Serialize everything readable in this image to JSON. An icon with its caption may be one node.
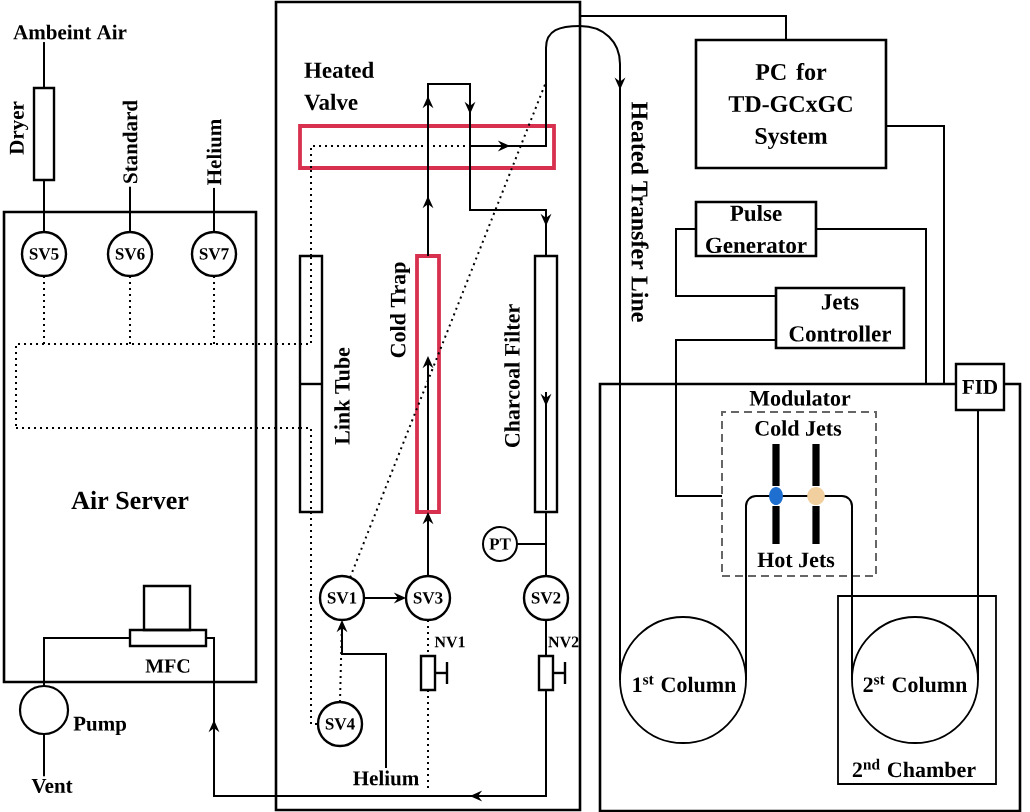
{
  "diagram": {
    "nodes": [
      {
        "text": [
          "Air Server"
        ]
      },
      {
        "text": [
          "Ambeint Air"
        ]
      },
      {
        "text": [
          "Dryer"
        ]
      },
      {
        "text": [
          "Standard"
        ]
      },
      {
        "text": [
          "Helium"
        ]
      },
      {
        "text": [
          "SV5"
        ],
        "in": 0
      },
      {
        "text": [
          "SV6"
        ],
        "in": 0
      },
      {
        "text": [
          "SV7"
        ],
        "in": 0
      },
      {
        "text": [
          "MFC"
        ],
        "in": 0
      },
      {
        "text": [
          "Pump"
        ]
      },
      {
        "text": [
          "Vent"
        ]
      },
      {
        "text": [],
        "shape": "box"
      },
      {
        "text": [
          "Heated Valve"
        ],
        "in": 11
      },
      {
        "text": [
          "Link Tube"
        ],
        "in": 11
      },
      {
        "text": [
          "Cold Trap"
        ],
        "in": 11
      },
      {
        "text": [
          "Charcoal Filter"
        ],
        "in": 11
      },
      {
        "text": [
          "PT"
        ],
        "in": 11
      },
      {
        "text": [
          "SV1"
        ],
        "in": 11
      },
      {
        "text": [
          "SV3"
        ],
        "in": 11
      },
      {
        "text": [
          "SV2"
        ],
        "in": 11
      },
      {
        "text": [
          "NV1"
        ],
        "in": 11
      },
      {
        "text": [
          "NV2"
        ],
        "in": 11
      },
      {
        "text": [
          "SV4"
        ],
        "in": 11
      },
      {
        "text": [
          "Helium"
        ],
        "in": 11
      },
      {
        "text": [
          "PC for TD-GCxGC System"
        ]
      },
      {
        "text": [
          "Pulse Generator"
        ]
      },
      {
        "text": [
          "Jets Controller"
        ]
      },
      {
        "text": [],
        "shape": "box"
      },
      {
        "text": [
          "FID"
        ]
      },
      {
        "text": [
          "Modulator",
          "Cold Jets",
          "Hot Jets"
        ],
        "in": 27
      },
      {
        "text": [
          "1$^{st}$ Column"
        ],
        "in": 27
      },
      {
        "text": [
          "2$^{nd}$ Chamber"
        ],
        "in": 27
      },
      {
        "text": [
          "2$^{st}$ Column"
        ],
        "in": 31
      },
      {
        "text": [],
        "shape": "box"
      }
    ],
    "edges": [
      {
        "from": 1,
        "to": 2,
        "arrow": "none"
      },
      {
        "from": 2,
        "to": 5,
        "arrow": "none"
      },
      {
        "from": 3,
        "to": 6,
        "arrow": "none"
      },
      {
        "from": 4,
        "to": 7,
        "arrow": "none"
      },
      {
        "from": 5,
        "to": 33,
        "arrow": "none",
        "style": "dashed"
      },
      {
        "from": 6,
        "to": 33,
        "arrow": "none",
        "style": "dashed"
      },
      {
        "from": 7,
        "to": 33,
        "arrow": "none",
        "style": "dashed"
      },
      {
        "from": 13,
        "to": 12,
        "arrow": "none",
        "style": "dashed"
      },
      {
        "from": 13,
        "to": 22,
        "arrow": "none",
        "style": "dashed"
      },
      {
        "from": 22,
        "to": 17,
        "arrow": "none",
        "style": "dashed"
      },
      {
        "from": 23,
        "to": 17,
        "arrow": "to"
      },
      {
        "from": 17,
        "to": 18,
        "arrow": "to"
      },
      {
        "from": 18,
        "to": 14,
        "arrow": "to"
      },
      {
        "from": 14,
        "to": 12,
        "arrow": "to"
      },
      {
        "from": 12,
        "to": 15,
        "arrow": "to"
      },
      {
        "from": 15,
        "to": 19,
        "arrow": "none"
      },
      {
        "from": 16,
        "to": 19,
        "arrow": "none"
      },
      {
        "from": 19,
        "to": 21,
        "arrow": "none"
      },
      {
        "from": 21,
        "to": 8,
        "arrow": "to"
      },
      {
        "from": 18,
        "to": 20,
        "arrow": "none",
        "style": "dashed"
      },
      {
        "from": 23,
        "to": 20,
        "arrow": "none",
        "style": "dashed"
      },
      {
        "from": 17,
        "to": null,
        "arrow": "none",
        "style": "dashed"
      },
      {
        "from": 8,
        "to": 9,
        "arrow": "none"
      },
      {
        "from": 9,
        "to": 10,
        "arrow": "none"
      },
      {
        "from": 12,
        "to": 30,
        "arrow": "to",
        "label": "Heated Transfer Line"
      },
      {
        "from": 24,
        "to": 11,
        "arrow": "none"
      },
      {
        "from": 24,
        "to": 27,
        "arrow": "none"
      },
      {
        "from": 25,
        "to": 27,
        "arrow": "none"
      },
      {
        "from": 25,
        "to": 26,
        "arrow": "none"
      },
      {
        "from": 26,
        "to": 29,
        "arrow": "none"
      },
      {
        "from": 30,
        "to": 29,
        "arrow": "none"
      },
      {
        "from": 29,
        "to": 32,
        "arrow": "none"
      },
      {
        "from": 32,
        "to": 28,
        "arrow": "none"
      }
    ]
  }
}
